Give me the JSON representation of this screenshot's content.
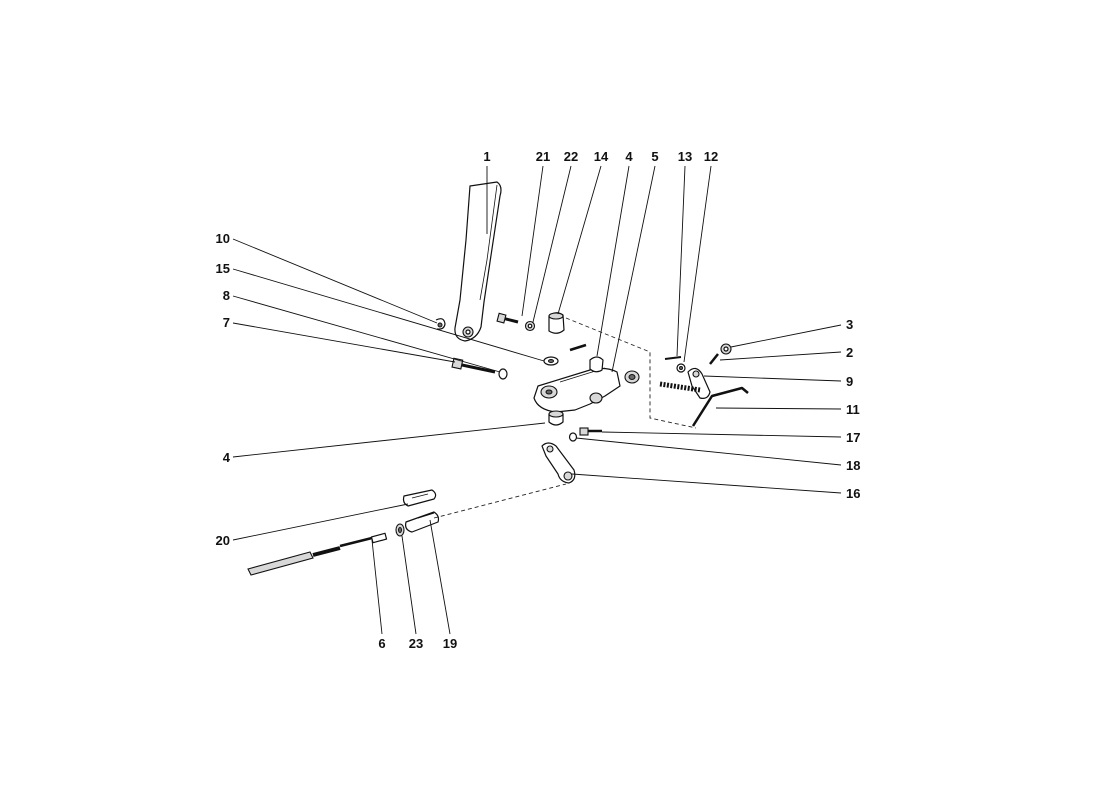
{
  "callouts": {
    "n1": "1",
    "n2": "2",
    "n3": "3",
    "n4_top": "4",
    "n4_left": "4",
    "n5": "5",
    "n6": "6",
    "n7": "7",
    "n8": "8",
    "n9": "9",
    "n10": "10",
    "n11": "11",
    "n12": "12",
    "n13": "13",
    "n14": "14",
    "n15": "15",
    "n16": "16",
    "n17": "17",
    "n18": "18",
    "n19": "19",
    "n20": "20",
    "n21": "21",
    "n22": "22",
    "n23": "23"
  }
}
